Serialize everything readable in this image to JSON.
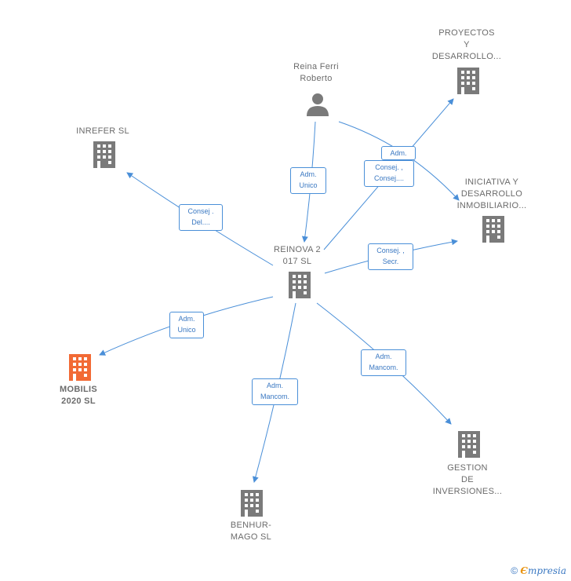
{
  "colors": {
    "edge": "#4a8fd8",
    "building": "#7a7a7a",
    "building_highlight": "#f26a35",
    "person": "#7a7a7a"
  },
  "nodes": {
    "proyectos": {
      "label": "PROYECTOS\nY\nDESARROLLO...",
      "icon": "building-icon"
    },
    "reina": {
      "label": "Reina Ferri\nRoberto",
      "icon": "person-icon"
    },
    "inrefer": {
      "label": "INREFER  SL",
      "icon": "building-icon"
    },
    "iniciativa": {
      "label": "INICIATIVA Y\nDESARROLLO\nINMOBILIARIO...",
      "icon": "building-icon"
    },
    "reinova": {
      "label": "REINOVA 2\n017  SL",
      "icon": "building-icon"
    },
    "mobilis": {
      "label": "MOBILIS\n2020  SL",
      "icon": "building-icon"
    },
    "benhur": {
      "label": "BENHUR-\nMAGO  SL",
      "icon": "building-icon"
    },
    "gestion": {
      "label": "GESTION\nDE\nINVERSIONES...",
      "icon": "building-icon"
    }
  },
  "edges": {
    "reina_reinova": "Adm.\nUnico",
    "reina_iniciativa": "Adm.",
    "reinova_proyectos": "Consej. ,\nConsej....",
    "reinova_inrefer": "Consej .\nDel....",
    "reinova_iniciativa": "Consej. ,\nSecr.",
    "reinova_mobilis": "Adm.\nUnico",
    "reinova_benhur": "Adm.\nMancom.",
    "reinova_gestion": "Adm.\nMancom."
  },
  "footer": {
    "copyright": "©",
    "brand_first": "Є",
    "brand_rest": "mpresia"
  }
}
